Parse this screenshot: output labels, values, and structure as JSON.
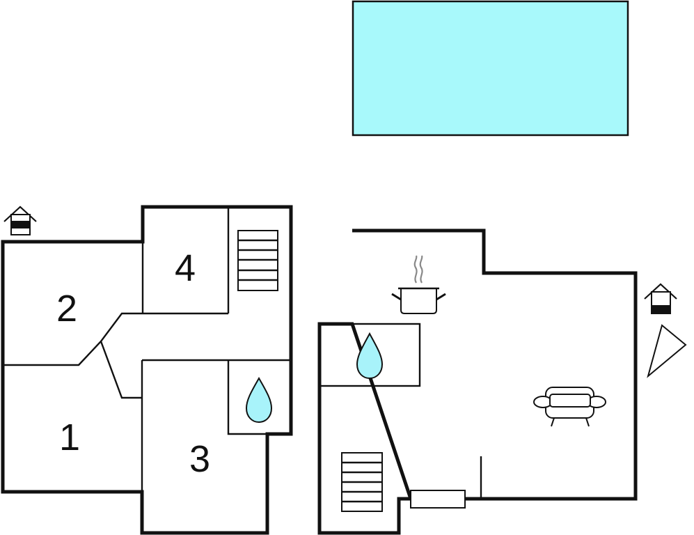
{
  "colors": {
    "pool": "#A8F9FB",
    "water_drop": "#A8F3FA",
    "wall": "#111111",
    "background": "#FFFFFF"
  },
  "rooms": [
    {
      "id": "room-1",
      "label": "1"
    },
    {
      "id": "room-2",
      "label": "2"
    },
    {
      "id": "room-3",
      "label": "3"
    },
    {
      "id": "room-4",
      "label": "4"
    }
  ],
  "icons": [
    "entrance-house-icon",
    "stairs-icon",
    "bathroom-water-drop-icon",
    "kitchen-pot-icon",
    "living-room-sofa-icon",
    "fireplace-radiator-icon",
    "compass-north-arrow-icon",
    "swimming-pool"
  ]
}
